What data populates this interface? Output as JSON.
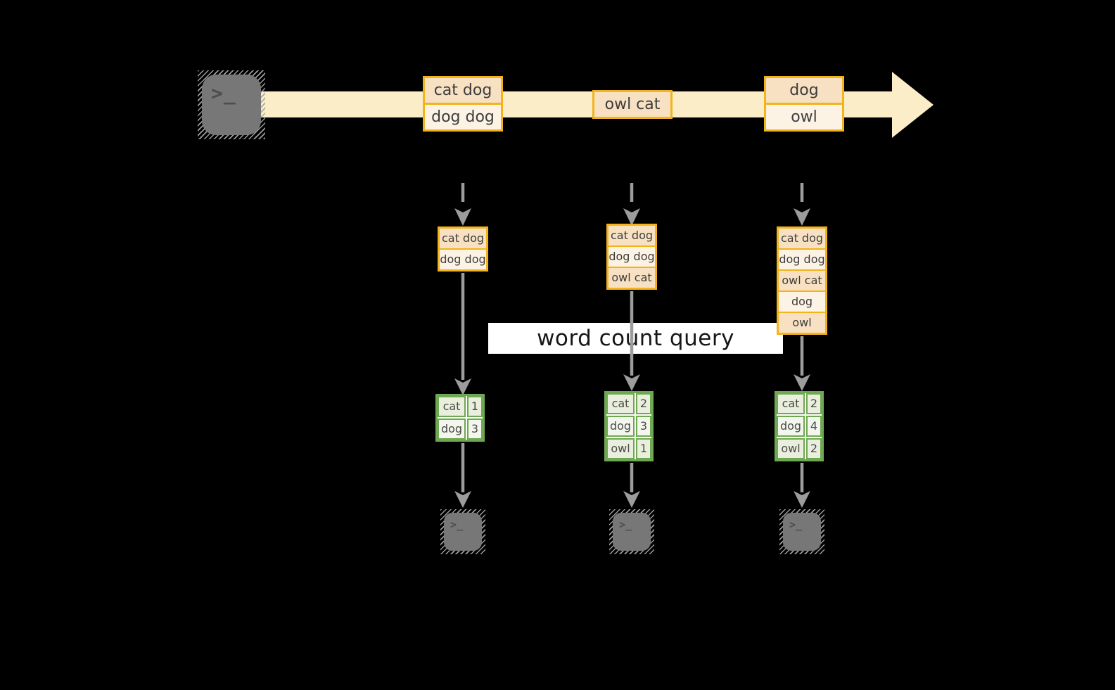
{
  "query_label": "word count query",
  "terminal_glyph": ">_",
  "stream_records": [
    {
      "lines": [
        "cat dog",
        "dog dog"
      ]
    },
    {
      "lines": [
        "owl cat"
      ]
    },
    {
      "lines": [
        "dog",
        "owl"
      ]
    }
  ],
  "columns": [
    {
      "buffer": [
        "cat dog",
        "dog dog"
      ],
      "counts": [
        {
          "word": "cat",
          "count": "1"
        },
        {
          "word": "dog",
          "count": "3"
        }
      ]
    },
    {
      "buffer": [
        "cat dog",
        "dog dog",
        "owl cat"
      ],
      "counts": [
        {
          "word": "cat",
          "count": "2"
        },
        {
          "word": "dog",
          "count": "3"
        },
        {
          "word": "owl",
          "count": "1"
        }
      ]
    },
    {
      "buffer": [
        "cat dog",
        "dog dog",
        "owl cat",
        "dog",
        "owl"
      ],
      "counts": [
        {
          "word": "cat",
          "count": "2"
        },
        {
          "word": "dog",
          "count": "4"
        },
        {
          "word": "owl",
          "count": "2"
        }
      ]
    }
  ],
  "colors": {
    "stream_band": "#faedc7",
    "record_border": "#f2b31b",
    "record_fill_dark": "#f8e1c2",
    "record_fill_light": "#fdf3e5",
    "table_border": "#6fa852",
    "table_fill_dark": "#e9efdc",
    "table_fill_light": "#f3f6ed",
    "arrow_gray": "#9c9c9c",
    "terminal_gray": "#777777",
    "background": "#000000"
  }
}
